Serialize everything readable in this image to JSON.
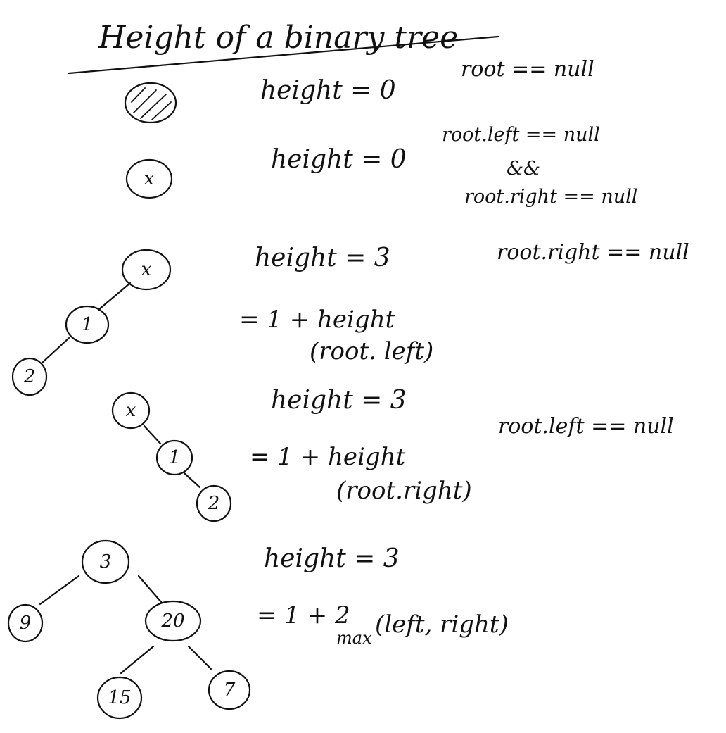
{
  "title": "Height of a binary tree",
  "cases": [
    {
      "height": "height = 0",
      "condition": "root == null",
      "nodes": []
    },
    {
      "height": "height = 0",
      "condition_line1": "root.left == null",
      "condition_and": "&&",
      "condition_line2": "root.right == null",
      "nodes": [
        "x"
      ]
    },
    {
      "height": "height = 3",
      "condition": "root.right == null",
      "formula_line1": "= 1 + height",
      "formula_line2": "(root. left)",
      "nodes": [
        "x",
        "1",
        "2"
      ]
    },
    {
      "height": "height = 3",
      "condition": "root.left == null",
      "formula_line1": "= 1 + height",
      "formula_line2": "(root.right)",
      "nodes": [
        "x",
        "1",
        "2"
      ]
    },
    {
      "height": "height = 3",
      "formula_line1": "= 1 + 2",
      "formula_max": "max",
      "formula_args": "(left, right)",
      "nodes": [
        "3",
        "9",
        "20",
        "15",
        "7"
      ]
    }
  ]
}
